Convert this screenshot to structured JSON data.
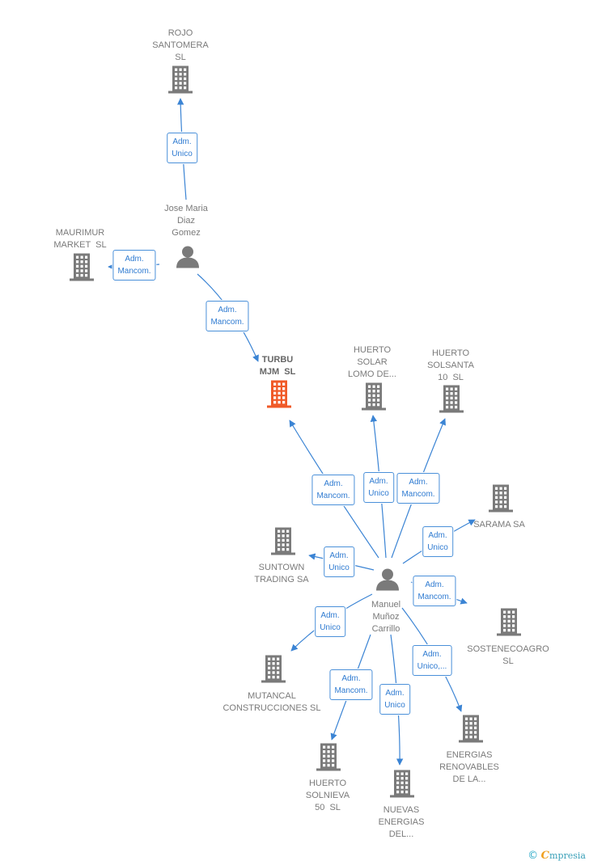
{
  "colors": {
    "edge": "#3b84d4",
    "building": "#7a7a7a",
    "building_focus": "#f05a28",
    "person": "#7a7a7a"
  },
  "nodes": [
    {
      "id": "rojo",
      "label": "ROJO\nSANTOMERA\nSL",
      "type": "company"
    },
    {
      "id": "jose",
      "label": "Jose Maria\nDiaz\nGomez",
      "type": "person"
    },
    {
      "id": "maurimur",
      "label": "MAURIMUR\nMARKET  SL",
      "type": "company"
    },
    {
      "id": "turbu",
      "label": "TURBU\nMJM  SL",
      "type": "company-focus"
    },
    {
      "id": "huerto_lomo",
      "label": "HUERTO\nSOLAR\nLOMO DE...",
      "type": "company"
    },
    {
      "id": "huerto_10",
      "label": "HUERTO\nSOLSANTA\n10  SL",
      "type": "company"
    },
    {
      "id": "sarama",
      "label": "SARAMA SA",
      "type": "company"
    },
    {
      "id": "suntown",
      "label": "SUNTOWN\nTRADING SA",
      "type": "company"
    },
    {
      "id": "manuel",
      "label": "Manuel\nMuñoz\nCarrillo",
      "type": "person"
    },
    {
      "id": "sostene",
      "label": "SOSTENECOAGRO\nSL",
      "type": "company"
    },
    {
      "id": "mutancal",
      "label": "MUTANCAL\nCONSTRUCCIONES SL",
      "type": "company"
    },
    {
      "id": "energias",
      "label": "ENERGIAS\nRENOVABLES\nDE LA...",
      "type": "company"
    },
    {
      "id": "huerto_50",
      "label": "HUERTO\nSOLNIEVA\n50  SL",
      "type": "company"
    },
    {
      "id": "nuevas",
      "label": "NUEVAS\nENERGIAS\nDEL...",
      "type": "company"
    }
  ],
  "edges": [
    {
      "from": "jose",
      "to": "rojo",
      "label": "Adm.\nUnico"
    },
    {
      "from": "jose",
      "to": "maurimur",
      "label": "Adm.\nMancom."
    },
    {
      "from": "jose",
      "to": "turbu",
      "label": "Adm.\nMancom."
    },
    {
      "from": "manuel",
      "to": "turbu",
      "label": "Adm.\nMancom."
    },
    {
      "from": "manuel",
      "to": "huerto_lomo",
      "label": "Adm.\nUnico"
    },
    {
      "from": "manuel",
      "to": "huerto_10",
      "label": "Adm.\nMancom."
    },
    {
      "from": "manuel",
      "to": "sarama",
      "label": "Adm.\nUnico"
    },
    {
      "from": "manuel",
      "to": "suntown",
      "label": "Adm.\nUnico"
    },
    {
      "from": "manuel",
      "to": "sostene",
      "label": "Adm.\nMancom."
    },
    {
      "from": "manuel",
      "to": "mutancal",
      "label": "Adm.\nUnico"
    },
    {
      "from": "manuel",
      "to": "energias",
      "label": "Adm.\nUnico,..."
    },
    {
      "from": "manuel",
      "to": "huerto_50",
      "label": "Adm.\nMancom."
    },
    {
      "from": "manuel",
      "to": "nuevas",
      "label": "Adm.\nUnico"
    }
  ],
  "footer": {
    "copyright": "©",
    "brand_initial": "C",
    "brand_rest": "mpresia"
  }
}
